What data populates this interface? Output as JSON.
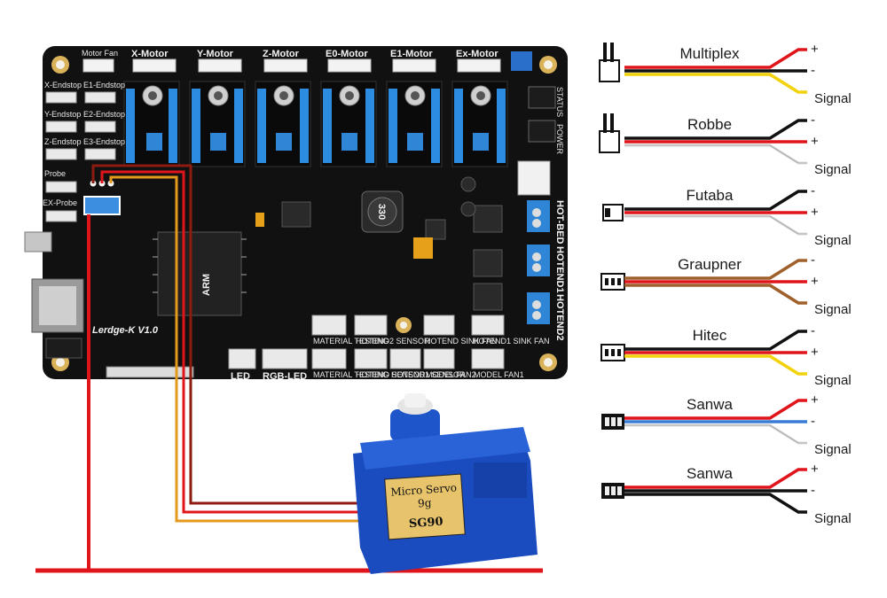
{
  "colors": {
    "board": "#111111",
    "red_wire": "#e0151b",
    "dark_red_wire": "#8c1b10",
    "orange_wire": "#e59a1d",
    "yellow_wire": "#f2d20a",
    "brown_wire": "#a0602b",
    "blue_wire": "#3a7bd5",
    "white_wire": "#dddddd",
    "black_wire": "#111111",
    "servo_body": "#1a4bbf"
  },
  "board": {
    "name": "Lerdge-K V1.0",
    "motor_labels": [
      "Motor Fan",
      "X-Motor",
      "Y-Motor",
      "Z-Motor",
      "E0-Motor",
      "E1-Motor",
      "Ex-Motor"
    ],
    "endstop_labels": [
      "X-Endstop",
      "Y-Endstop",
      "Z-Endstop",
      "E1-Endstop",
      "E2-Endstop",
      "E3-Endstop"
    ],
    "probe_labels": [
      "Probe",
      "EX-Probe"
    ],
    "right_labels": [
      "STATUS",
      "POWER",
      "HOT-BED",
      "HOTEND1",
      "HOTEND2"
    ],
    "bottom_labels": [
      "LED",
      "RGB-LED",
      "MATERIAL TESTING",
      "HOTEND SENSOR",
      "HOTEND1 SENSOR",
      "MODEL FAN2",
      "MODEL FAN1",
      "HOTEND SINK FAN",
      "MATERIAL TESTING",
      "HOTEND2 SENSOR",
      "HOTEND1 SINK FAN",
      "HOTEND SINK FAN"
    ],
    "chip_labels": [
      "ARM",
      "330"
    ]
  },
  "servo": {
    "line1": "Micro Servo",
    "line2": "9g",
    "model": "SG90"
  },
  "connectors": [
    {
      "brand": "Multiplex",
      "pins": [
        "+",
        "-",
        "Signal"
      ],
      "wires": [
        "red_wire",
        "black_wire",
        "yellow_wire"
      ],
      "plug": "multiplex"
    },
    {
      "brand": "Robbe",
      "pins": [
        "-",
        "+",
        "Signal"
      ],
      "wires": [
        "black_wire",
        "red_wire",
        "white_wire"
      ],
      "plug": "multiplex"
    },
    {
      "brand": "Futaba",
      "pins": [
        "-",
        "+",
        "Signal"
      ],
      "wires": [
        "black_wire",
        "red_wire",
        "white_wire"
      ],
      "plug": "futaba"
    },
    {
      "brand": "Graupner",
      "pins": [
        "-",
        "+",
        "Signal"
      ],
      "wires": [
        "brown_wire",
        "red_wire",
        "brown_wire"
      ],
      "plug": "jr"
    },
    {
      "brand": "Hitec",
      "pins": [
        "-",
        "+",
        "Signal"
      ],
      "wires": [
        "black_wire",
        "red_wire",
        "yellow_wire"
      ],
      "plug": "jr"
    },
    {
      "brand": "Sanwa",
      "pins": [
        "+",
        "-",
        "Signal"
      ],
      "wires": [
        "red_wire",
        "blue_wire",
        "white_wire"
      ],
      "plug": "sanwa"
    },
    {
      "brand": "Sanwa",
      "pins": [
        "+",
        "-",
        "Signal"
      ],
      "wires": [
        "red_wire",
        "black_wire",
        "black_wire"
      ],
      "plug": "sanwa"
    }
  ]
}
